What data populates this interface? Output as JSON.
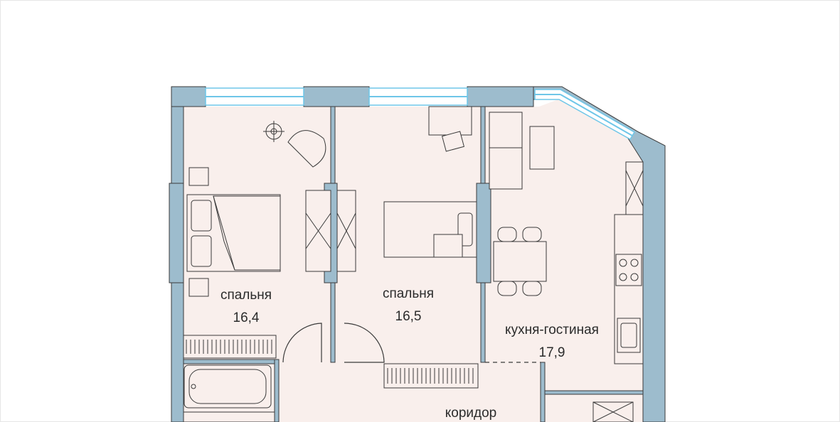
{
  "plan": {
    "colors": {
      "wall": "#9dbccd",
      "floor": "#f9efec",
      "window": "#6ec6e8",
      "line": "#3a3a3a",
      "label": "#2b2b2b"
    },
    "rooms": [
      {
        "id": "bedroom-1",
        "name": "спальня",
        "area": "16,4"
      },
      {
        "id": "bedroom-2",
        "name": "спальня",
        "area": "16,5"
      },
      {
        "id": "kitchen-living",
        "name": "кухня-гостиная",
        "area": "17,9"
      },
      {
        "id": "corridor",
        "name": "коридор",
        "area": ""
      }
    ]
  }
}
